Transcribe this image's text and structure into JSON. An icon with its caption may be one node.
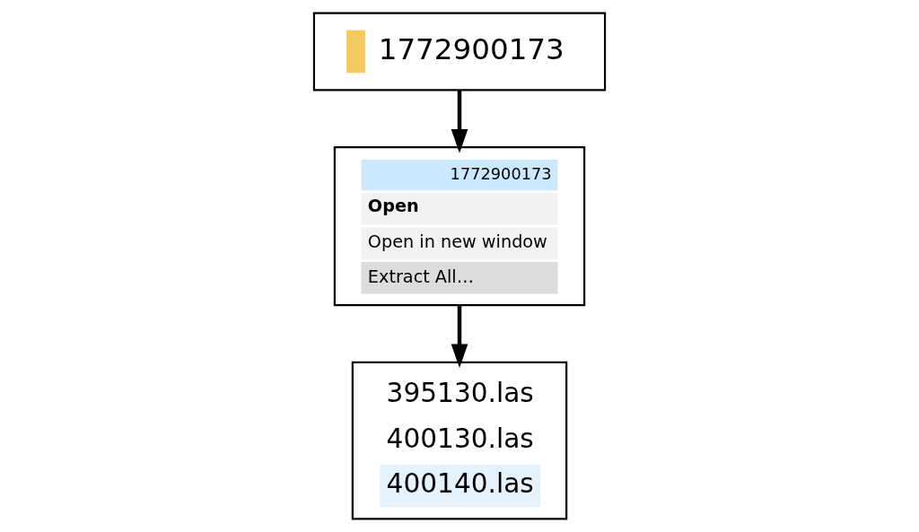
{
  "diagram": {
    "nodes": [
      {
        "text": [
          "1772900173"
        ]
      },
      {
        "text": [
          "1772900173",
          "Open",
          "Open in new window",
          "Extract All…"
        ]
      },
      {
        "text": [
          "395130.las",
          "400130.las",
          "400140.las"
        ]
      }
    ],
    "edges": [
      {
        "from": 0,
        "to": 1,
        "arrow": "to"
      },
      {
        "from": 1,
        "to": 2,
        "arrow": "to"
      }
    ]
  }
}
